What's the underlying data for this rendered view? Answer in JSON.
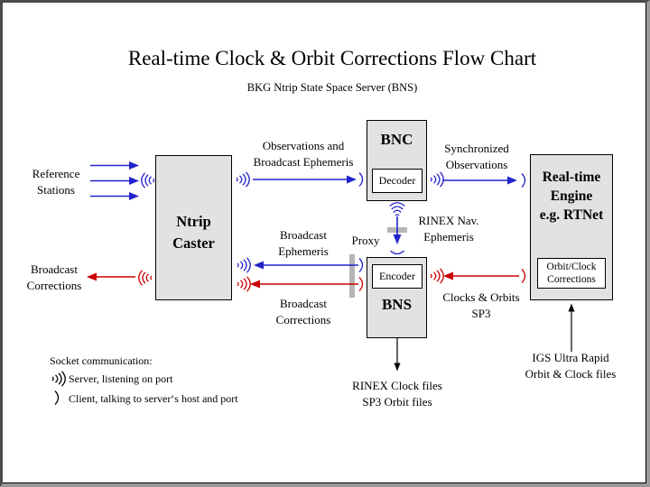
{
  "title": "Real-time Clock & Orbit Corrections Flow Chart",
  "subtitle": "BKG Ntrip State Space Server (BNS)",
  "colors": {
    "blue": "#2222cc",
    "red": "#cc0000",
    "box_fill": "#e2e2e2",
    "proxy_gray": "#b5b5b5",
    "frame_dark": "#4c4c4c",
    "frame_light": "#9a9a9a"
  },
  "boxes": {
    "ntrip": {
      "lines": [
        "Ntrip",
        "Caster"
      ]
    },
    "bnc": {
      "label": "BNC",
      "sub_label": "Decoder"
    },
    "bns": {
      "label": "BNS",
      "sub_label": "Encoder"
    },
    "engine": {
      "lines": [
        "Real-time",
        "Engine",
        "e.g. RTNet"
      ],
      "sub_lines": [
        "Orbit/Clock",
        "Corrections"
      ]
    }
  },
  "labels": {
    "reference_stations": [
      "Reference",
      "Stations"
    ],
    "broadcast_corrections_left": [
      "Broadcast",
      "Corrections"
    ],
    "observations_broadcast_ephemeris": [
      "Observations and",
      "Broadcast Ephemeris"
    ],
    "synchronized_observations": [
      "Synchronized",
      "Observations"
    ],
    "broadcast_ephemeris": [
      "Broadcast",
      "Ephemeris"
    ],
    "proxy": "Proxy",
    "broadcast_corrections_mid": [
      "Broadcast",
      "Corrections"
    ],
    "rinex_nav_ephemeris": [
      "RINEX Nav.",
      "Ephemeris"
    ],
    "clocks_orbits_sp3": [
      "Clocks & Orbits",
      "SP3"
    ],
    "rinex_clock_files": [
      "RINEX Clock files",
      "SP3 Orbit files"
    ],
    "igs_ultra_rapid": [
      "IGS Ultra Rapid",
      "Orbit & Clock files"
    ]
  },
  "legend": {
    "heading": "Socket communication:",
    "server_label": "Server, listening on port",
    "client_label": "Client, talking to server‘s host and port"
  }
}
